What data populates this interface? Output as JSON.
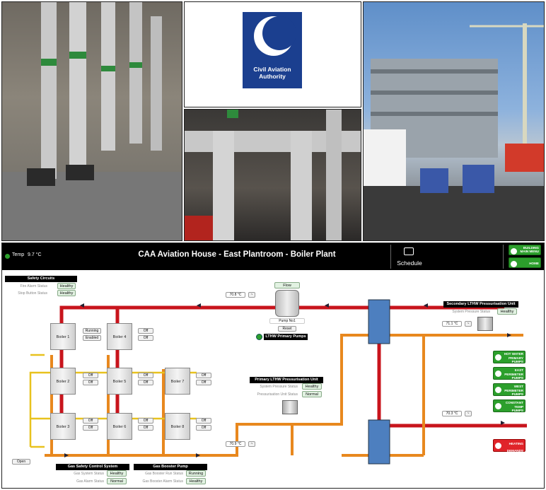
{
  "logo": {
    "line1": "Civil Aviation",
    "line2": "Authority"
  },
  "header": {
    "temp_label": "Temp",
    "temp_value": "9.7 °C",
    "title": "CAA Aviation House - East Plantroom - Boiler Plant",
    "schedule": "Schedule",
    "building_menu": "BUILDING MAIN MENU",
    "home": "HOME"
  },
  "safety": {
    "title": "Safety Circuits",
    "fire_label": "Fire Alarm Status",
    "fire_value": "Healthy",
    "stop_label": "Stop Button Status",
    "stop_value": "Healthy"
  },
  "boilers": [
    {
      "name": "Boiler 1",
      "s1": "Running",
      "s2": "Enabled"
    },
    {
      "name": "Boiler 2",
      "s1": "Off",
      "s2": "Off"
    },
    {
      "name": "Boiler 3",
      "s1": "Off",
      "s2": "Off"
    },
    {
      "name": "Boiler 4",
      "s1": "Off",
      "s2": "Off"
    },
    {
      "name": "Boiler 5",
      "s1": "Off",
      "s2": "Off"
    },
    {
      "name": "Boiler 6",
      "s1": "Off",
      "s2": "Off"
    },
    {
      "name": "Boiler 7",
      "s1": "Off",
      "s2": "Off"
    },
    {
      "name": "Boiler 8",
      "s1": "Off",
      "s2": "Off"
    }
  ],
  "temps": {
    "t_flow": "70.8 °C",
    "t_sec_flow": "71.1 °C",
    "t_sec_return": "70.3 °C",
    "t_return": "70.9 °C"
  },
  "pump": {
    "flow": "Flow",
    "name": "Pump No1",
    "reset": "Reset",
    "group": "LTHW Primary Pumps"
  },
  "secondary": {
    "title": "Secondary LTHW Pressurisation Unit",
    "label": "System Pressure Status",
    "value": "Healthy"
  },
  "primary": {
    "title": "Primary LTHW Pressurisation Unit",
    "l1": "System Pressure Status",
    "v1": "Healthy",
    "l2": "Pressurisation Unit Status",
    "v2": "Normal"
  },
  "gas_safety": {
    "title": "Gas Safety Control System",
    "l1": "Gas System Status",
    "v1": "Healthy",
    "l2": "Gas Alarm Status",
    "v2": "Normal"
  },
  "gas_booster": {
    "title": "Gas Booster Pump",
    "l1": "Gas Booster Run Status",
    "v1": "Running",
    "l2": "Gas Booster Alarm Status",
    "v2": "Healthy"
  },
  "open_button": "Open",
  "side_buttons": [
    "HOT WATER PRIMARY PUMPS",
    "EAST PERIMETER PUMPS",
    "WEST PERIMETER PUMPS",
    "CONSTANT TEMP PUMPS"
  ],
  "heating_demands": "HEATING DEMANDS",
  "colors": {
    "flow_red": "#c8141c",
    "return_orange": "#e8881e",
    "gas_yellow": "#e8c21e",
    "green": "#2c9f2c"
  }
}
